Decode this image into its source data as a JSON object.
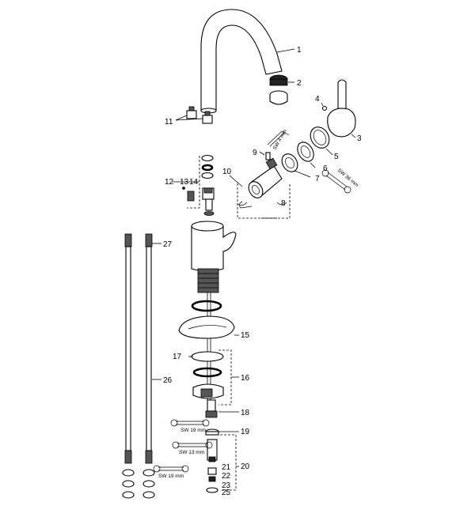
{
  "diagram": {
    "part_numbers": [
      "1",
      "2",
      "3",
      "4",
      "5",
      "6",
      "7",
      "8",
      "9",
      "10",
      "11",
      "12",
      "13",
      "14",
      "15",
      "16",
      "17",
      "18",
      "19",
      "20",
      "21",
      "22",
      "23",
      "25",
      "26",
      "27"
    ],
    "tool_labels": {
      "sw4": "SW 4 mm",
      "sw36": "SW 36 mm",
      "sw19a": "SW 19 mm",
      "sw13": "SW 13 mm",
      "sw19b": "SW 19 mm"
    }
  }
}
